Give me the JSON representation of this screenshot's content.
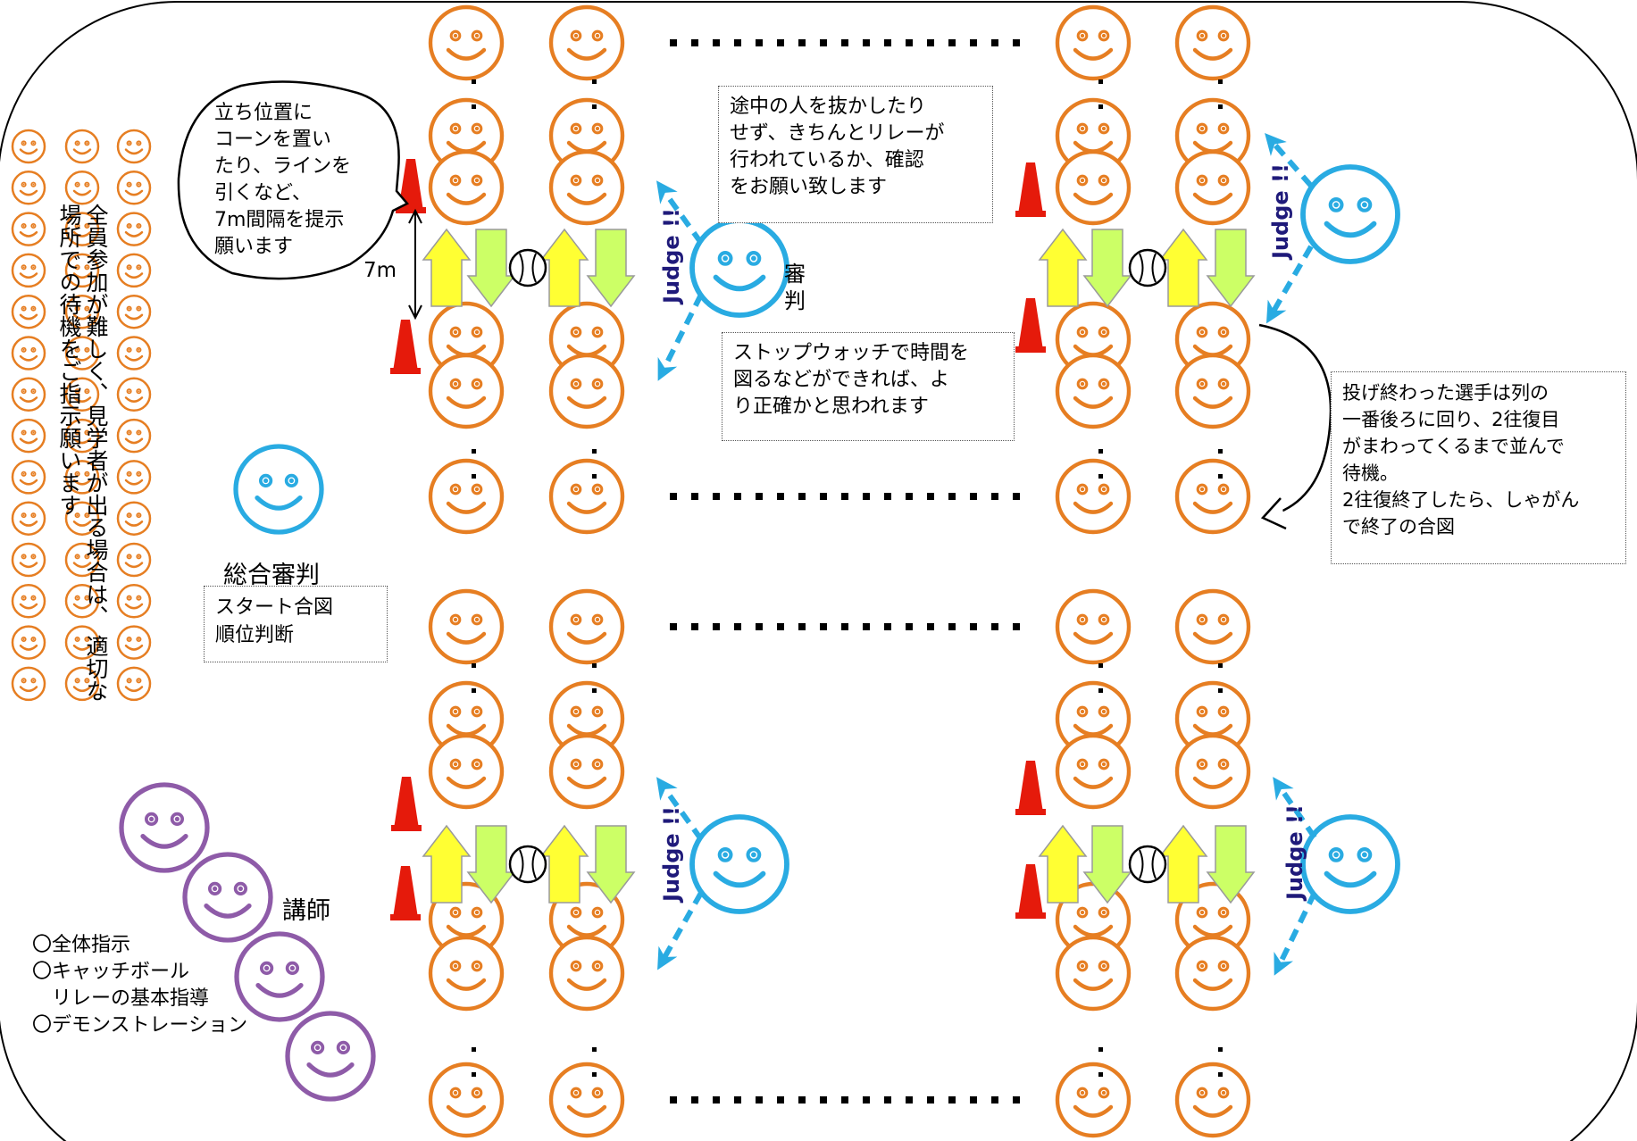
{
  "notes": {
    "cone_tip": "立ち位置に\nコーンを置い\nたり、ラインを\n引くなど、\n7m間隔を提示\n願います",
    "distance": "7m",
    "waiting_area": "全員参加が難しく、見学者が出る場合は、\n適切な場所での待機をご指示願います",
    "check_relay": "途中の人を抜かしたり\nせず、きちんとリレーが\n行われているか、確認\nをお願い致します",
    "stopwatch": "ストップウォッチで時間を\n図るなどができれば、よ\nり正確かと思われます",
    "after_throw": "投げ終わった選手は列の\n一番後ろに回り、2往復目\nがまわってくるまで並んで\n待機。\n2往復終了したら、しゃがん\nで終了の合図"
  },
  "judge_label": "審\n判",
  "judge_call": "Judge !!",
  "chief_judge": {
    "title": "総合審判",
    "duties": "スタート合図\n順位判断"
  },
  "instructor": {
    "title": "講師",
    "duties": "〇全体指示\n〇キャッチボール\n　リレーの基本指導\n〇デモンストレーション"
  },
  "colors": {
    "player": "#E67E22",
    "judge": "#29ABE2",
    "instructor": "#8E5BA8",
    "cone": "#E51A0B",
    "arrow_up": "#FFFF33",
    "arrow_down": "#CCFF66",
    "judge_text": "#1F1A7A"
  }
}
